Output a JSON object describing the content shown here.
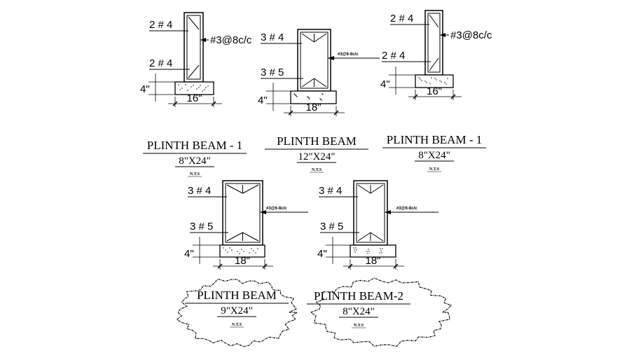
{
  "beams": [
    {
      "top_bars": "2 # 4",
      "bottom_bars": "2 # 4",
      "stirrups": "#3@8c/c",
      "offset": "4\"",
      "width": "16\"",
      "title": "PLINTH BEAM - 1",
      "size": "8\"X24\"",
      "scale": "N.T.S"
    },
    {
      "top_bars": "3 # 4",
      "bottom_bars": "3 # 5",
      "stirrups": "#3@6-8c/c",
      "offset": "4\"",
      "width": "18\"",
      "title": "PLINTH BEAM",
      "size": "12\"X24\"",
      "scale": "N.T.S"
    },
    {
      "top_bars": "2 # 4",
      "bottom_bars": "2 # 4",
      "stirrups": "#3@8c/c",
      "offset": "4\"",
      "width": "16\"",
      "title": "PLINTH BEAM - 1",
      "size": "8\"X24\"",
      "scale": "N.T.S"
    },
    {
      "top_bars": "3 # 4",
      "bottom_bars": "3 # 5",
      "stirrups": "#3@6-8c/c",
      "offset": "4\"",
      "width": "18\"",
      "title": "PLINTH BEAM",
      "size": "9\"X24\"",
      "scale": "N.T.S"
    },
    {
      "top_bars": "3 # 4",
      "bottom_bars": "3 # 5",
      "stirrups": "#3@6-8c/c",
      "offset": "4\"",
      "width": "18\"",
      "title": "PLINTH BEAM-2",
      "size": "8\"X24\"",
      "scale": "N.T.S"
    }
  ]
}
